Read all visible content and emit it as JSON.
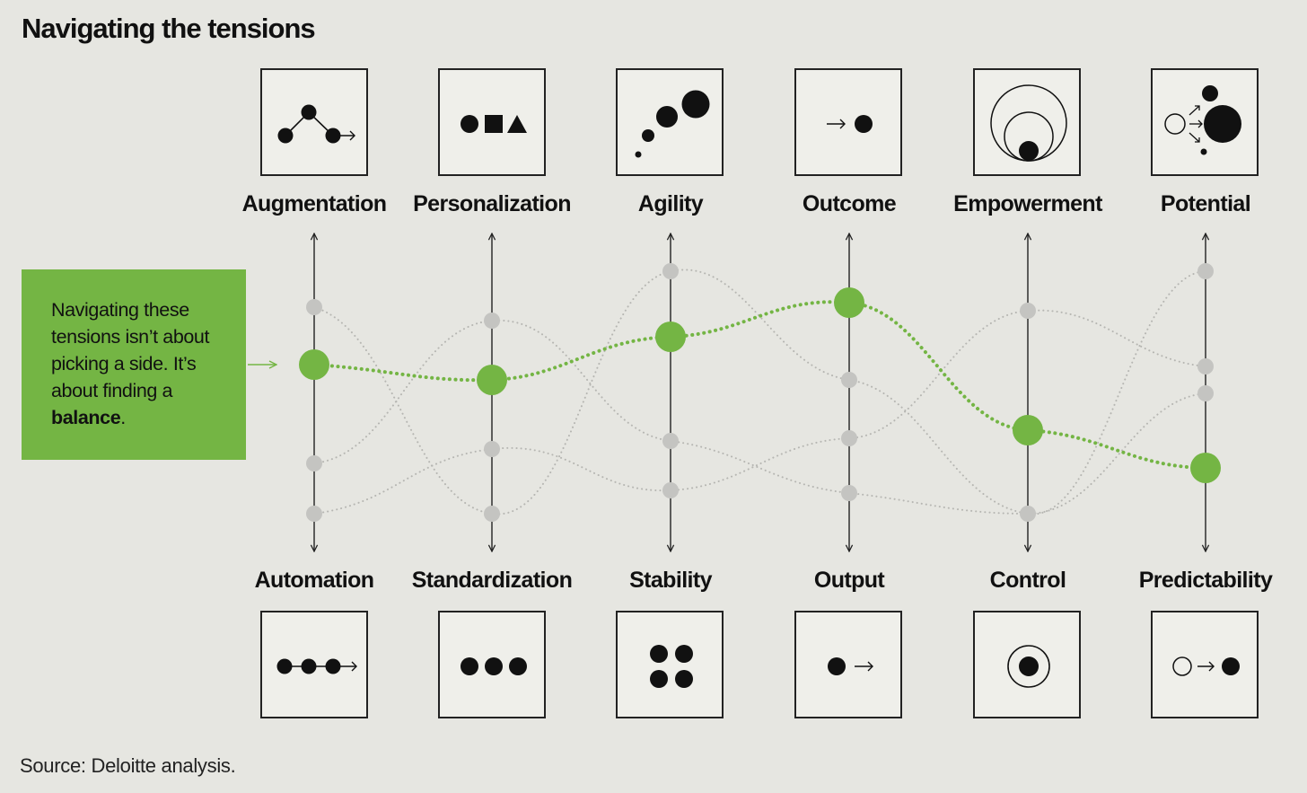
{
  "title": "Navigating the tensions",
  "callout": {
    "text": "Navigating these tensions isn’t about picking a side. It’s about finding a ",
    "bold": "balance",
    "end": "."
  },
  "source": "Source: Deloitte analysis.",
  "colors": {
    "background": "#e6e6e1",
    "accent_green": "#74b544",
    "marker_gray": "#c4c4c1",
    "box_fill": "#efefea",
    "ink": "#111111"
  },
  "tensions": [
    {
      "top": "Augmentation",
      "bottom": "Automation",
      "top_icon": "connected-dots-arc-arrow-icon",
      "bottom_icon": "dot-chain-arrow-icon"
    },
    {
      "top": "Personalization",
      "bottom": "Standardization",
      "top_icon": "circle-square-triangle-icon",
      "bottom_icon": "three-dots-icon"
    },
    {
      "top": "Agility",
      "bottom": "Stability",
      "top_icon": "growing-dots-icon",
      "bottom_icon": "four-dots-grid-icon"
    },
    {
      "top": "Outcome",
      "bottom": "Output",
      "top_icon": "arrow-to-dot-icon",
      "bottom_icon": "dot-to-arrow-icon"
    },
    {
      "top": "Empowerment",
      "bottom": "Control",
      "top_icon": "nested-circles-icon",
      "bottom_icon": "target-dot-icon"
    },
    {
      "top": "Potential",
      "bottom": "Predictability",
      "top_icon": "branching-dots-icon",
      "bottom_icon": "open-to-filled-dot-icon"
    }
  ]
}
